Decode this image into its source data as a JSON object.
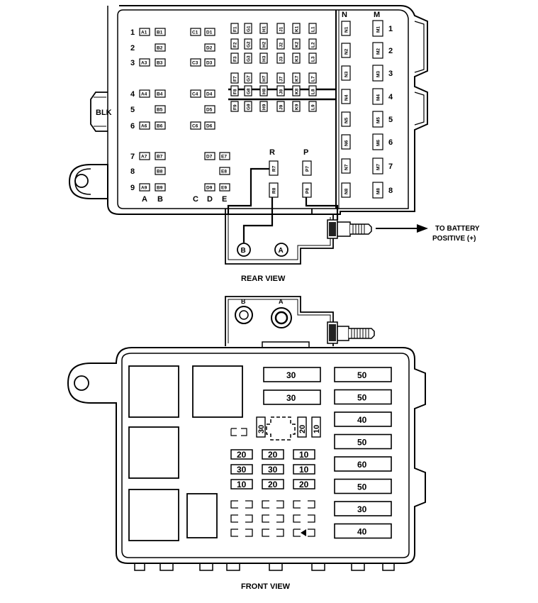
{
  "rear": {
    "rows": [
      "1",
      "2",
      "3",
      "4",
      "5",
      "6",
      "7",
      "8",
      "9"
    ],
    "cols": [
      "A",
      "B",
      "C",
      "D",
      "E"
    ],
    "right_rows": [
      "1",
      "2",
      "3",
      "4",
      "5",
      "6",
      "7",
      "8"
    ],
    "col_n": "N",
    "col_m": "M",
    "col_r": "R",
    "col_p": "P",
    "blk": "BLK",
    "term_b": "B",
    "term_a": "A",
    "battery_line1": "TO BATTERY",
    "battery_line2": "POSITIVE (+)",
    "caption": "REAR VIEW",
    "cells_left": [
      [
        "A1",
        "B1",
        "C1",
        "D1",
        ""
      ],
      [
        "",
        "B2",
        "",
        "D2",
        ""
      ],
      [
        "A3",
        "B3",
        "C3",
        "D3",
        ""
      ],
      [
        "A4",
        "B4",
        "C4",
        "D4",
        ""
      ],
      [
        "",
        "B5",
        "",
        "D5",
        ""
      ],
      [
        "A6",
        "B6",
        "C6",
        "D6",
        ""
      ],
      [
        "A7",
        "B7",
        "",
        "D7",
        "E7"
      ],
      [
        "",
        "B8",
        "",
        "",
        "E8"
      ],
      [
        "A9",
        "B9",
        "",
        "D9",
        "E9"
      ]
    ],
    "cells_mid": [
      [
        "F1",
        "G1",
        "H1",
        "J1",
        "K1",
        "L1"
      ],
      [
        "F2",
        "G2",
        "H2",
        "J2",
        "K2",
        "L2"
      ],
      [
        "F3",
        "G3",
        "H3",
        "J3",
        "K3",
        "L3"
      ],
      [
        "F7",
        "G7",
        "H7",
        "J7",
        "K7",
        "L7"
      ],
      [
        "F8",
        "G8",
        "H8",
        "J8",
        "K8",
        "L8"
      ],
      [
        "F9",
        "G9",
        "H9",
        "J9",
        "K9",
        "L9"
      ]
    ],
    "cells_n": [
      "N1",
      "N2",
      "N3",
      "N4",
      "N5",
      "N6",
      "N7",
      "N8"
    ],
    "cells_m": [
      "M1",
      "M2",
      "M3",
      "M4",
      "M5",
      "M6",
      "M7",
      "M8"
    ],
    "cells_r": [
      "R7",
      "R8"
    ],
    "cells_p": [
      "P7",
      "P8"
    ]
  },
  "front": {
    "term_b": "B",
    "term_a": "A",
    "caption": "FRONT VIEW",
    "maxi_left": [
      "30",
      "30"
    ],
    "maxi_right": [
      "50",
      "50",
      "40",
      "50",
      "60",
      "50",
      "30",
      "40"
    ],
    "vert_fuses": [
      "30",
      "20",
      "10"
    ],
    "mini_rows": [
      [
        "20",
        "20",
        "10"
      ],
      [
        "30",
        "30",
        "10"
      ],
      [
        "10",
        "20",
        "20"
      ]
    ]
  }
}
